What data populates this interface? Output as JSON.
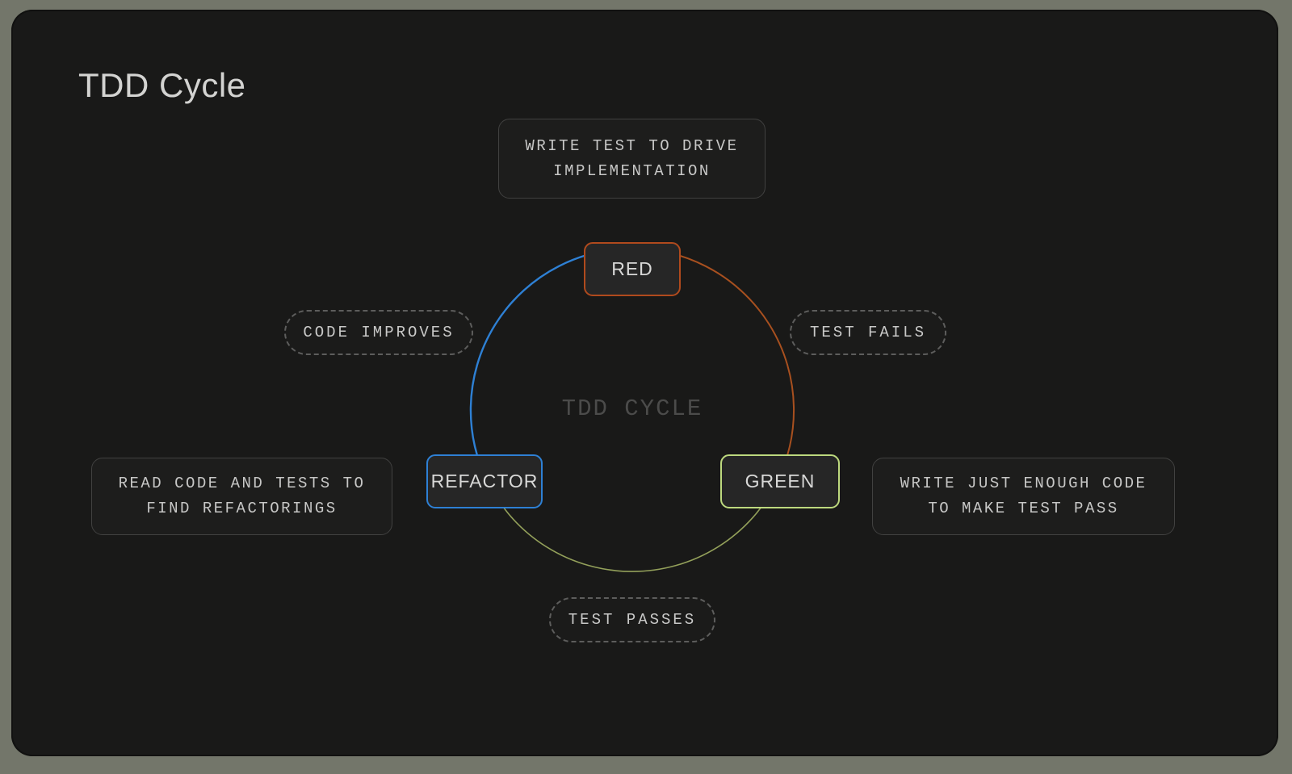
{
  "window": {
    "title": "TDD Cycle"
  },
  "colors": {
    "frame": "#73766a",
    "panel_bg": "#191918",
    "red_accent": "#b04a1d",
    "green_accent": "#bdd97e",
    "blue_accent": "#2e80d4",
    "olive_arc": "#93a05a"
  },
  "diagram": {
    "center_label": "TDD CYCLE",
    "nodes": {
      "red": {
        "label": "RED",
        "border": "#b04a1d"
      },
      "green": {
        "label": "GREEN",
        "border": "#bdd97e"
      },
      "refactor": {
        "label": "REFACTOR",
        "border": "#2e80d4"
      }
    },
    "arcs": {
      "red_to_green": {
        "color": "#a8501f"
      },
      "green_to_refactor": {
        "color": "#93a05a"
      },
      "refactor_to_red": {
        "color": "#2e80d4"
      }
    },
    "transitions": {
      "test_fails": "TEST FAILS",
      "test_passes": "TEST PASSES",
      "code_improves": "CODE IMPROVES"
    },
    "notes": {
      "red": "WRITE TEST TO DRIVE IMPLEMENTATION",
      "green": "WRITE JUST ENOUGH CODE TO MAKE TEST PASS",
      "refactor": "READ CODE AND TESTS TO FIND REFACTORINGS"
    }
  }
}
